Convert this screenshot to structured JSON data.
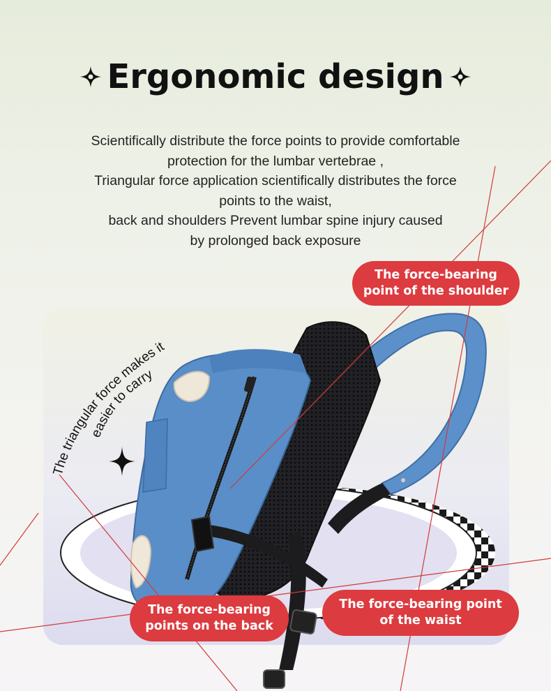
{
  "heading": {
    "title": "Ergonomic design",
    "left_icon": "four-point-star-icon",
    "right_icon": "four-point-star-icon"
  },
  "description": {
    "lines": [
      "Scientifically distribute the force points to provide comfortable",
      "protection for the lumbar vertebrae ,",
      "Triangular force application scientifically distributes the force",
      "points to the waist,",
      "back and shoulders Prevent lumbar spine injury caused",
      "by prolonged back exposure"
    ]
  },
  "callouts": {
    "shoulder": [
      "The force-bearing",
      "point of the shoulder"
    ],
    "back": [
      "The force-bearing",
      "points on the back"
    ],
    "waist": [
      "The force-bearing point",
      "of the waist"
    ]
  },
  "arc_text": {
    "line1": "The triangular force makes it",
    "line2": "easier to carry"
  },
  "colors": {
    "callout_bg": "#dc3b3f",
    "callout_text": "#ffffff",
    "bag_blue": "#5a8ec8",
    "mesh_black": "#1c1c1e",
    "guide_line": "#d23a3a"
  }
}
